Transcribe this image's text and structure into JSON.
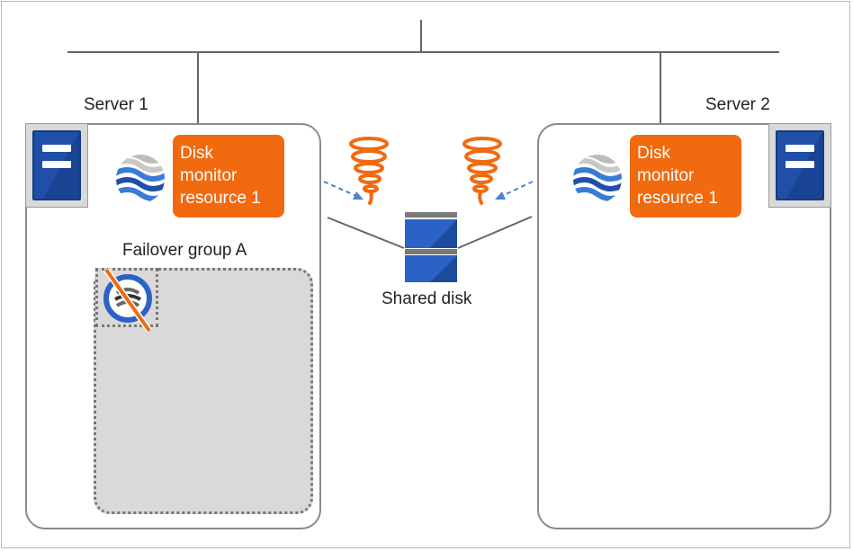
{
  "servers": [
    {
      "label": "Server 1"
    },
    {
      "label": "Server 2"
    }
  ],
  "monitor_resource": {
    "line1": "Disk",
    "line2": "monitor",
    "line3": "resource 1"
  },
  "failover_group": {
    "title": "Failover group A"
  },
  "shared_disk": {
    "label": "Shared disk"
  },
  "colors": {
    "accent_orange": "#f26a0f",
    "server_blue": "#1f4fa8",
    "group_gray": "#d9d9d9"
  },
  "icons": [
    "server-icon",
    "monitor-wave-icon",
    "tornado-icon",
    "disk-icon",
    "failed-resource-icon"
  ]
}
